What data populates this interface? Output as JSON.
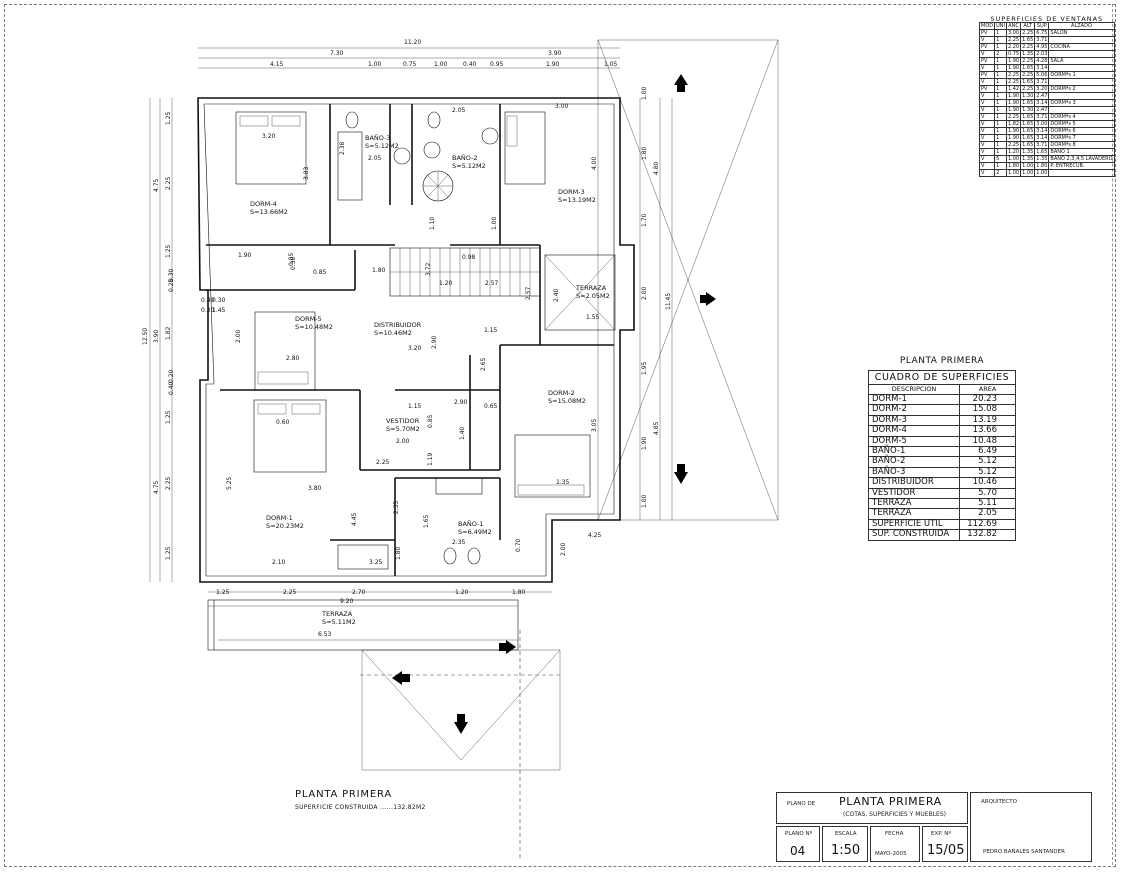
{
  "windows_table": {
    "title": "SUPERFICIES DE VENTANAS",
    "headers": [
      "MOD",
      "UNI",
      "ANC",
      "ALT",
      "SUP",
      "ALZADO"
    ],
    "rows": [
      [
        "PV",
        "1",
        "3.00",
        "2.25",
        "6.75",
        "SALON"
      ],
      [
        "V",
        "1",
        "2.25",
        "1.65",
        "3.71",
        ""
      ],
      [
        "PV",
        "1",
        "2.20",
        "2.25",
        "4.95",
        "COCINA"
      ],
      [
        "V",
        "2",
        "0.75",
        "1.35",
        "2.03",
        ""
      ],
      [
        "PV",
        "1",
        "1.90",
        "2.25",
        "4.28",
        "SALA"
      ],
      [
        "V",
        "1",
        "1.90",
        "1.65",
        "3.14",
        ""
      ],
      [
        "PV",
        "1",
        "2.25",
        "2.25",
        "5.06",
        "DORMªs 1"
      ],
      [
        "V",
        "1",
        "2.25",
        "1.65",
        "3.71",
        ""
      ],
      [
        "PV",
        "1",
        "1.42",
        "2.25",
        "3.20",
        "DORMªs 2"
      ],
      [
        "V",
        "1",
        "1.90",
        "1.30",
        "2.47",
        ""
      ],
      [
        "V",
        "1",
        "1.90",
        "1.65",
        "3.14",
        "DORMªs 3"
      ],
      [
        "V",
        "1",
        "1.90",
        "1.30",
        "2.47",
        ""
      ],
      [
        "V",
        "1",
        "2.25",
        "1.65",
        "3.71",
        "DORMªs 4"
      ],
      [
        "V",
        "1",
        "1.82",
        "1.65",
        "3.00",
        "DORMªs 5"
      ],
      [
        "V",
        "1",
        "1.90",
        "1.65",
        "3.14",
        "DORMªs 6"
      ],
      [
        "V",
        "1",
        "1.90",
        "1.65",
        "3.14",
        "DORMªs 7"
      ],
      [
        "V",
        "1",
        "2.25",
        "1.65",
        "3.71",
        "DORMªs 8"
      ],
      [
        "V",
        "1",
        "1.20",
        "1.35",
        "1.65",
        "BAÑO 1"
      ],
      [
        "V",
        "5",
        "1.00",
        "1.35",
        "1.35",
        "BAÑO 2,3,4,5 LAVADERO"
      ],
      [
        "V",
        "1",
        "1.80",
        "1.00",
        "1.80",
        "P. ENTRECUB."
      ],
      [
        "V",
        "2",
        "1.00",
        "1.00",
        "1.00",
        ""
      ]
    ]
  },
  "areas_table": {
    "heading": "PLANTA PRIMERA",
    "caption": "CUADRO DE SUPERFICIES",
    "col_desc": "DESCRIPCION",
    "col_area": "AREA",
    "rows": [
      {
        "label": "DORM-1",
        "value": "20.23"
      },
      {
        "label": "DORM-2",
        "value": "15.08"
      },
      {
        "label": "DORM-3",
        "value": "13.19"
      },
      {
        "label": "DORM-4",
        "value": "13.66"
      },
      {
        "label": "DORM-5",
        "value": "10.48"
      },
      {
        "label": "BAÑO-1",
        "value": "6.49"
      },
      {
        "label": "BAÑO-2",
        "value": "5.12"
      },
      {
        "label": "BAÑO-3",
        "value": "5.12"
      },
      {
        "label": "DISTRIBUIDOR",
        "value": "10.46"
      },
      {
        "label": "VESTIDOR",
        "value": "5.70"
      },
      {
        "label": "TERRAZA",
        "value": "5.11"
      },
      {
        "label": "TERRAZA",
        "value": "2.05"
      }
    ],
    "totals": [
      {
        "label": "SUPERFICIE UTIL",
        "value": "112.69"
      },
      {
        "label": "SUP. CONSTRUIDA",
        "value": "132.82"
      }
    ]
  },
  "rooms": [
    {
      "id": "dorm4",
      "name": "DORM-4",
      "area": "S=13.66M2"
    },
    {
      "id": "bano3",
      "name": "BAÑO-3",
      "area": "S=5.12M2"
    },
    {
      "id": "bano2",
      "name": "BAÑO-2",
      "area": "S=5.12M2"
    },
    {
      "id": "dorm3",
      "name": "DORM-3",
      "area": "S=13.19M2"
    },
    {
      "id": "dorm5",
      "name": "DORM-5",
      "area": "S=10.48M2"
    },
    {
      "id": "distribuidor",
      "name": "DISTRIBUIDOR",
      "area": "S=10.46M2"
    },
    {
      "id": "terraza2",
      "name": "TERRAZA",
      "area": "S=2.05M2"
    },
    {
      "id": "vestidor",
      "name": "VESTIDOR",
      "area": "S=5.70M2"
    },
    {
      "id": "dorm2",
      "name": "DORM-2",
      "area": "S=15.08M2"
    },
    {
      "id": "dorm1",
      "name": "DORM-1",
      "area": "S=20.23M2"
    },
    {
      "id": "bano1",
      "name": "BAÑO-1",
      "area": "S=6.49M2"
    },
    {
      "id": "terraza1",
      "name": "TERRAZA",
      "area": "S=5.11M2"
    }
  ],
  "dimensions": {
    "top_total": "11.20",
    "top_7_30": "7.30",
    "top_3_90": "3.90",
    "top_row": [
      "4.15",
      "1.00",
      "0.75",
      "1.00",
      "0.40",
      "0.95",
      "1.90",
      "1.05"
    ],
    "left_total": "12.50",
    "left_mid": [
      "4.75",
      "3.90",
      "4.75"
    ],
    "left_inner": [
      "1.25",
      "2.25",
      "1.25",
      "1.82",
      "1.25",
      "2.25",
      "1.25"
    ],
    "right_total": "11.45",
    "right_inner": [
      "1.00",
      "1.80",
      "1.70",
      "2.00",
      "1.95",
      "1.90",
      "1.00"
    ],
    "right_outer": [
      "4.80",
      "4.85"
    ],
    "bottom_row": [
      "1.25",
      "2.25",
      "2.70",
      "1.20",
      "1.80"
    ],
    "bottom_total": "9.20",
    "terraza_width": "6.53",
    "inner": [
      "3.20",
      "3.83",
      "2.05",
      "2.38",
      "2.05",
      "3.00",
      "4.00",
      "1.10",
      "1.00",
      "1.90",
      "0.85",
      "0.85",
      "1.80",
      "0.98",
      "3.72",
      "1.20",
      "2.57",
      "1.15",
      "2.57",
      "2.40",
      "1.55",
      "2.00",
      "2.80",
      "3.20",
      "2.90",
      "2.65",
      "1.15",
      "2.90",
      "0.65",
      "0.85",
      "1.40",
      "2.00",
      "2.25",
      "1.19",
      "0.60",
      "3.80",
      "5.25",
      "4.45",
      "2.35",
      "1.65",
      "2.35",
      "2.10",
      "3.25",
      "1.80",
      "0.70",
      "1.35",
      "3.05",
      "4.25",
      "2.00",
      "1.45",
      "0.40",
      "0.30",
      "0.30",
      "0.40",
      "0.20",
      "0.25",
      "0.30",
      "0.30",
      "0.85"
    ]
  },
  "captions": {
    "main": "PLANTA PRIMERA",
    "sub": "SUPERFICIE CONSTRUIDA ......132.82M2"
  },
  "title_block": {
    "plano_de_label": "PLANO DE",
    "plano_title": "PLANTA PRIMERA",
    "plano_subtitle": "(COTAS, SUPERFICIES Y MUEBLES)",
    "arquitecto_label": "ARQUITECTO",
    "arquitecto_name": "PEDRO BAÑALES SANTANDER",
    "plano_no_label": "PLANO Nº",
    "plano_no": "04",
    "escala_label": "ESCALA",
    "escala": "1:50",
    "fecha_label": "FECHA",
    "fecha": "MAYO-2005",
    "exp_label": "EXP. Nº",
    "exp": "15/05"
  },
  "icons": [
    "north-arrow-icon",
    "arrow-right-icon",
    "arrow-down-icon",
    "arrow-left-icon",
    "spiral-stair-icon"
  ]
}
